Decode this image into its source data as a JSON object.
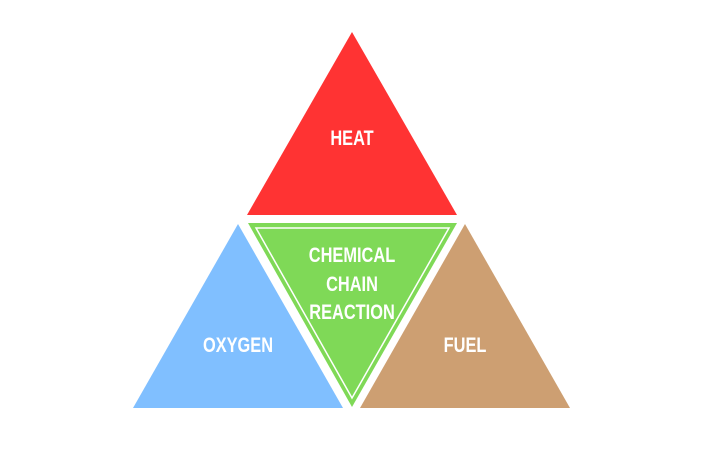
{
  "diagram": {
    "segments": [
      {
        "id": "heat",
        "label_lines": [
          "HEAT"
        ],
        "color": "#ff3333"
      },
      {
        "id": "oxygen",
        "label_lines": [
          "OXYGEN"
        ],
        "color": "#80bfff"
      },
      {
        "id": "fuel",
        "label_lines": [
          "FUEL"
        ],
        "color": "#cd9f72"
      },
      {
        "id": "chemical-chain-reaction",
        "label_lines": [
          "CHEMICAL",
          "CHAIN",
          "REACTION"
        ],
        "color": "#7fd957"
      }
    ]
  }
}
